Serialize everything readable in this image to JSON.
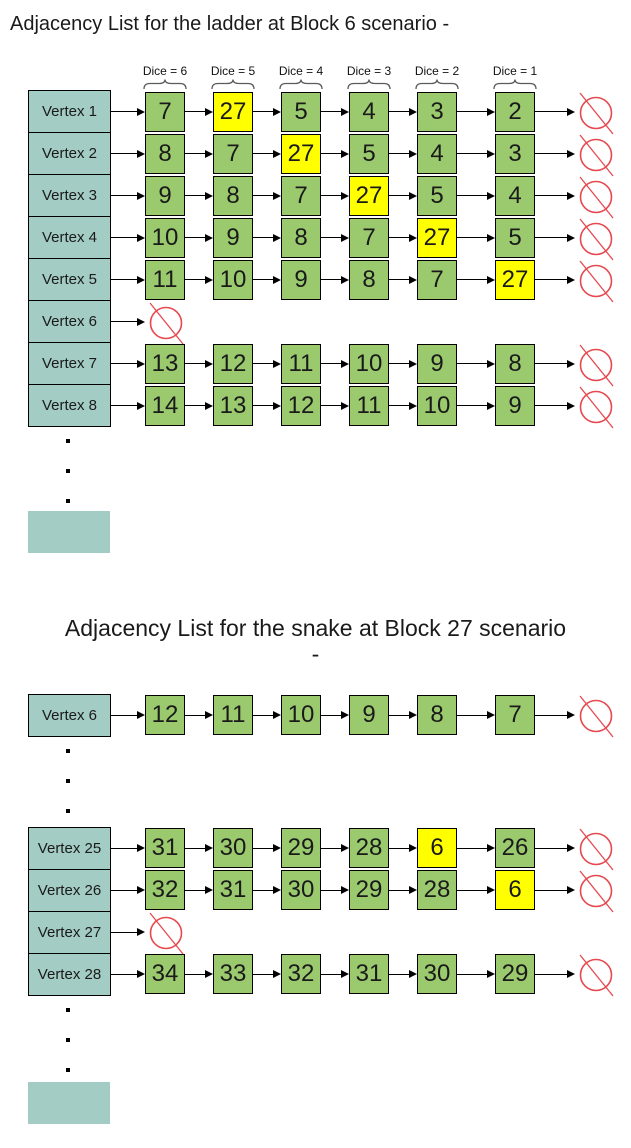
{
  "colors": {
    "vertex_box": "#a2ccc4",
    "node_box": "#9bca6e",
    "highlight_box": "#ffff00",
    "null_symbol": "#e6494f",
    "arrow": "#000000",
    "brace": "#5a5a5a",
    "text": "#1a1a1a"
  },
  "diagrams": [
    {
      "id": "ladder",
      "title_lines": [
        "Adjacency List for the ladder at Block 6 scenario -"
      ],
      "dice_labels": [
        "Dice = 6",
        "Dice = 5",
        "Dice = 4",
        "Dice = 3",
        "Dice = 2",
        "Dice = 1"
      ],
      "items": [
        {
          "type": "row",
          "vertex": "Vertex 1",
          "nodes": [
            {
              "value": "7"
            },
            {
              "value": "27",
              "highlight": true
            },
            {
              "value": "5"
            },
            {
              "value": "4"
            },
            {
              "value": "3"
            },
            {
              "value": "2"
            }
          ]
        },
        {
          "type": "row",
          "vertex": "Vertex 2",
          "nodes": [
            {
              "value": "8"
            },
            {
              "value": "7"
            },
            {
              "value": "27",
              "highlight": true
            },
            {
              "value": "5"
            },
            {
              "value": "4"
            },
            {
              "value": "3"
            }
          ]
        },
        {
          "type": "row",
          "vertex": "Vertex 3",
          "nodes": [
            {
              "value": "9"
            },
            {
              "value": "8"
            },
            {
              "value": "7"
            },
            {
              "value": "27",
              "highlight": true
            },
            {
              "value": "5"
            },
            {
              "value": "4"
            }
          ]
        },
        {
          "type": "row",
          "vertex": "Vertex 4",
          "nodes": [
            {
              "value": "10"
            },
            {
              "value": "9"
            },
            {
              "value": "8"
            },
            {
              "value": "7"
            },
            {
              "value": "27",
              "highlight": true
            },
            {
              "value": "5"
            }
          ]
        },
        {
          "type": "row",
          "vertex": "Vertex 5",
          "nodes": [
            {
              "value": "11"
            },
            {
              "value": "10"
            },
            {
              "value": "9"
            },
            {
              "value": "8"
            },
            {
              "value": "7"
            },
            {
              "value": "27",
              "highlight": true
            }
          ]
        },
        {
          "type": "row",
          "vertex": "Vertex 6",
          "nodes": []
        },
        {
          "type": "row",
          "vertex": "Vertex 7",
          "nodes": [
            {
              "value": "13"
            },
            {
              "value": "12"
            },
            {
              "value": "11"
            },
            {
              "value": "10"
            },
            {
              "value": "9"
            },
            {
              "value": "8"
            }
          ]
        },
        {
          "type": "row",
          "vertex": "Vertex 8",
          "nodes": [
            {
              "value": "14"
            },
            {
              "value": "13"
            },
            {
              "value": "12"
            },
            {
              "value": "11"
            },
            {
              "value": "10"
            },
            {
              "value": "9"
            }
          ]
        },
        {
          "type": "ellipsis"
        },
        {
          "type": "spacer_box"
        }
      ]
    },
    {
      "id": "snake",
      "title_lines": [
        "Adjacency List for the snake at Block 27 scenario",
        "-"
      ],
      "items": [
        {
          "type": "row",
          "vertex": "Vertex 6",
          "nodes": [
            {
              "value": "12"
            },
            {
              "value": "11"
            },
            {
              "value": "10"
            },
            {
              "value": "9"
            },
            {
              "value": "8"
            },
            {
              "value": "7"
            }
          ]
        },
        {
          "type": "ellipsis"
        },
        {
          "type": "row",
          "vertex": "Vertex 25",
          "nodes": [
            {
              "value": "31"
            },
            {
              "value": "30"
            },
            {
              "value": "29"
            },
            {
              "value": "28"
            },
            {
              "value": "6",
              "highlight": true
            },
            {
              "value": "26"
            }
          ]
        },
        {
          "type": "row",
          "vertex": "Vertex 26",
          "nodes": [
            {
              "value": "32"
            },
            {
              "value": "31"
            },
            {
              "value": "30"
            },
            {
              "value": "29"
            },
            {
              "value": "28"
            },
            {
              "value": "6",
              "highlight": true
            }
          ]
        },
        {
          "type": "row",
          "vertex": "Vertex 27",
          "nodes": []
        },
        {
          "type": "row",
          "vertex": "Vertex 28",
          "nodes": [
            {
              "value": "34"
            },
            {
              "value": "33"
            },
            {
              "value": "32"
            },
            {
              "value": "31"
            },
            {
              "value": "30"
            },
            {
              "value": "29"
            }
          ]
        },
        {
          "type": "ellipsis"
        },
        {
          "type": "spacer_box"
        }
      ]
    }
  ]
}
